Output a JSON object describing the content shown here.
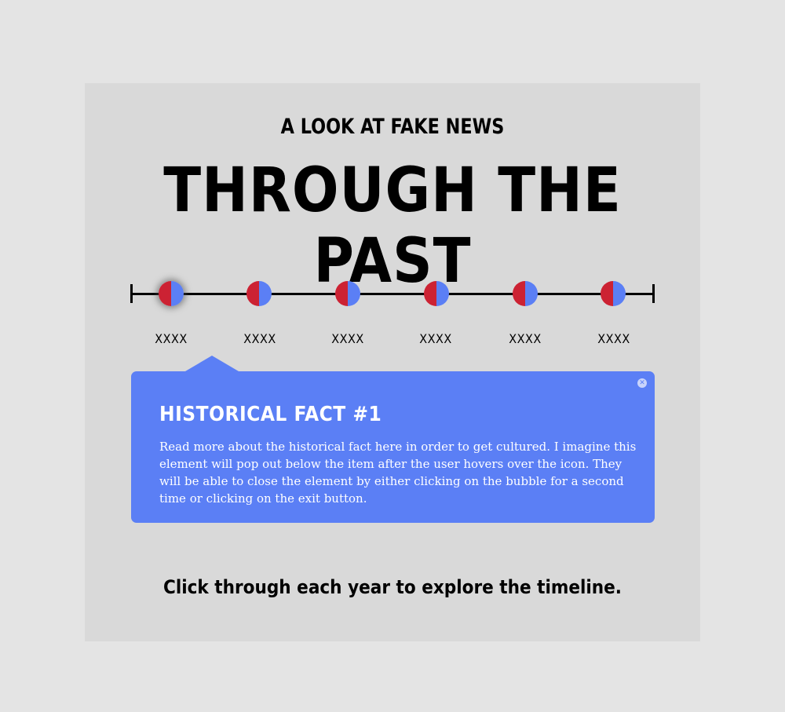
{
  "header": {
    "subtitle": "A LOOK AT FAKE NEWS",
    "title": "THROUGH THE PAST"
  },
  "timeline": {
    "items": [
      {
        "year": "XXXX",
        "active": true
      },
      {
        "year": "XXXX",
        "active": false
      },
      {
        "year": "XXXX",
        "active": false
      },
      {
        "year": "XXXX",
        "active": false
      },
      {
        "year": "XXXX",
        "active": false
      },
      {
        "year": "XXXX",
        "active": false
      }
    ],
    "colors": {
      "left_half": "#cc2233",
      "right_half": "#5b7ff5",
      "line": "#000000"
    }
  },
  "fact_popup": {
    "title": "HISTORICAL FACT #1",
    "body": "Read more about the historical fact here in order to get cultured. I imagine this element will pop out below the item after the user hovers over the icon. They will be able to close the element by either clicking on the bubble for a second time or clicking on the exit button.",
    "close_icon": "close-icon",
    "background": "#5b7ff5"
  },
  "footer": {
    "hint": "Click through each year to explore the timeline."
  }
}
